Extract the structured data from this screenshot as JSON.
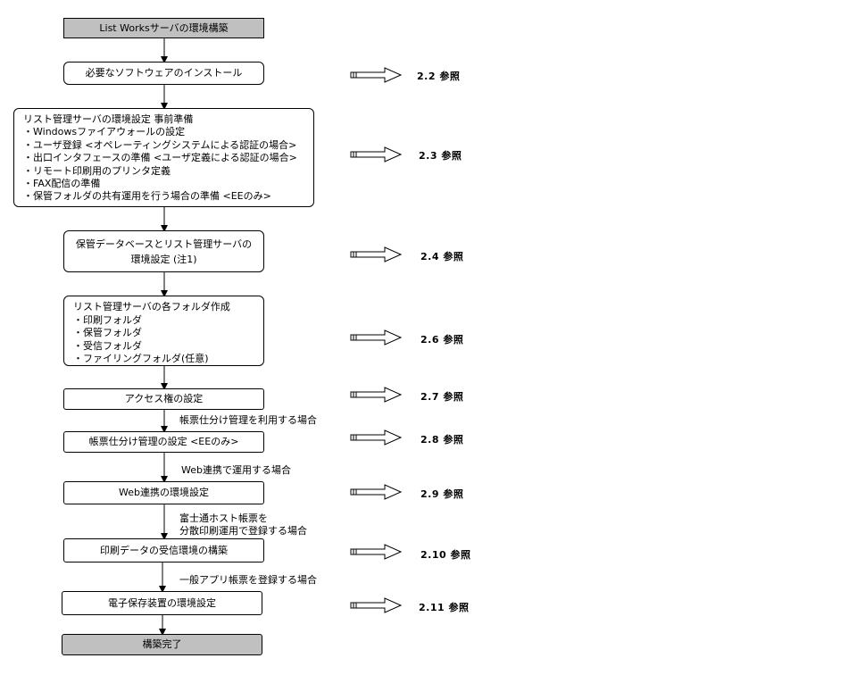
{
  "flow": {
    "start": "List Worksサーバの環境構築",
    "step1": "必要なソフトウェアのインストール",
    "step2": {
      "title": "リスト管理サーバの環境設定  事前準備",
      "items": [
        "・Windowsファイアウォールの設定",
        "・ユーザ登録 <オペレーティングシステムによる認証の場合>",
        "・出口インタフェースの準備 <ユーザ定義による認証の場合>",
        "・リモート印刷用のプリンタ定義",
        "・FAX配信の準備",
        "・保管フォルダの共有運用を行う場合の準備 <EEのみ>"
      ]
    },
    "step3": {
      "line1": "保管データベースとリスト管理サーバの",
      "line2": "環境設定 (注1)"
    },
    "step4": {
      "title": "リスト管理サーバの各フォルダ作成",
      "items": [
        "・印刷フォルダ",
        "・保管フォルダ",
        "・受信フォルダ",
        "・ファイリングフォルダ(任意)"
      ]
    },
    "step5": "アクセス権の設定",
    "step6": "帳票仕分け管理の設定 <EEのみ>",
    "step7": "Web連携の環境設定",
    "step8": "印刷データの受信環境の構築",
    "step9": "電子保存装置の環境設定",
    "end": "構築完了"
  },
  "conditions": {
    "c6": "帳票仕分け管理を利用する場合",
    "c7": "Web連携で運用する場合",
    "c8_line1": "富士通ホスト帳票を",
    "c8_line2": "分散印刷運用で登録する場合",
    "c9": "一般アプリ帳票を登録する場合"
  },
  "refs": {
    "r1": "2.2  参照",
    "r2": "2.3  参照",
    "r3": "2.4  参照",
    "r4": "2.6  参照",
    "r5": "2.7  参照",
    "r6": "2.8  参照",
    "r7": "2.9  参照",
    "r8": "2.10  参照",
    "r9": "2.11  参照"
  },
  "colors": {
    "terminal_fill": "#c0c0c0",
    "line": "#000000"
  }
}
